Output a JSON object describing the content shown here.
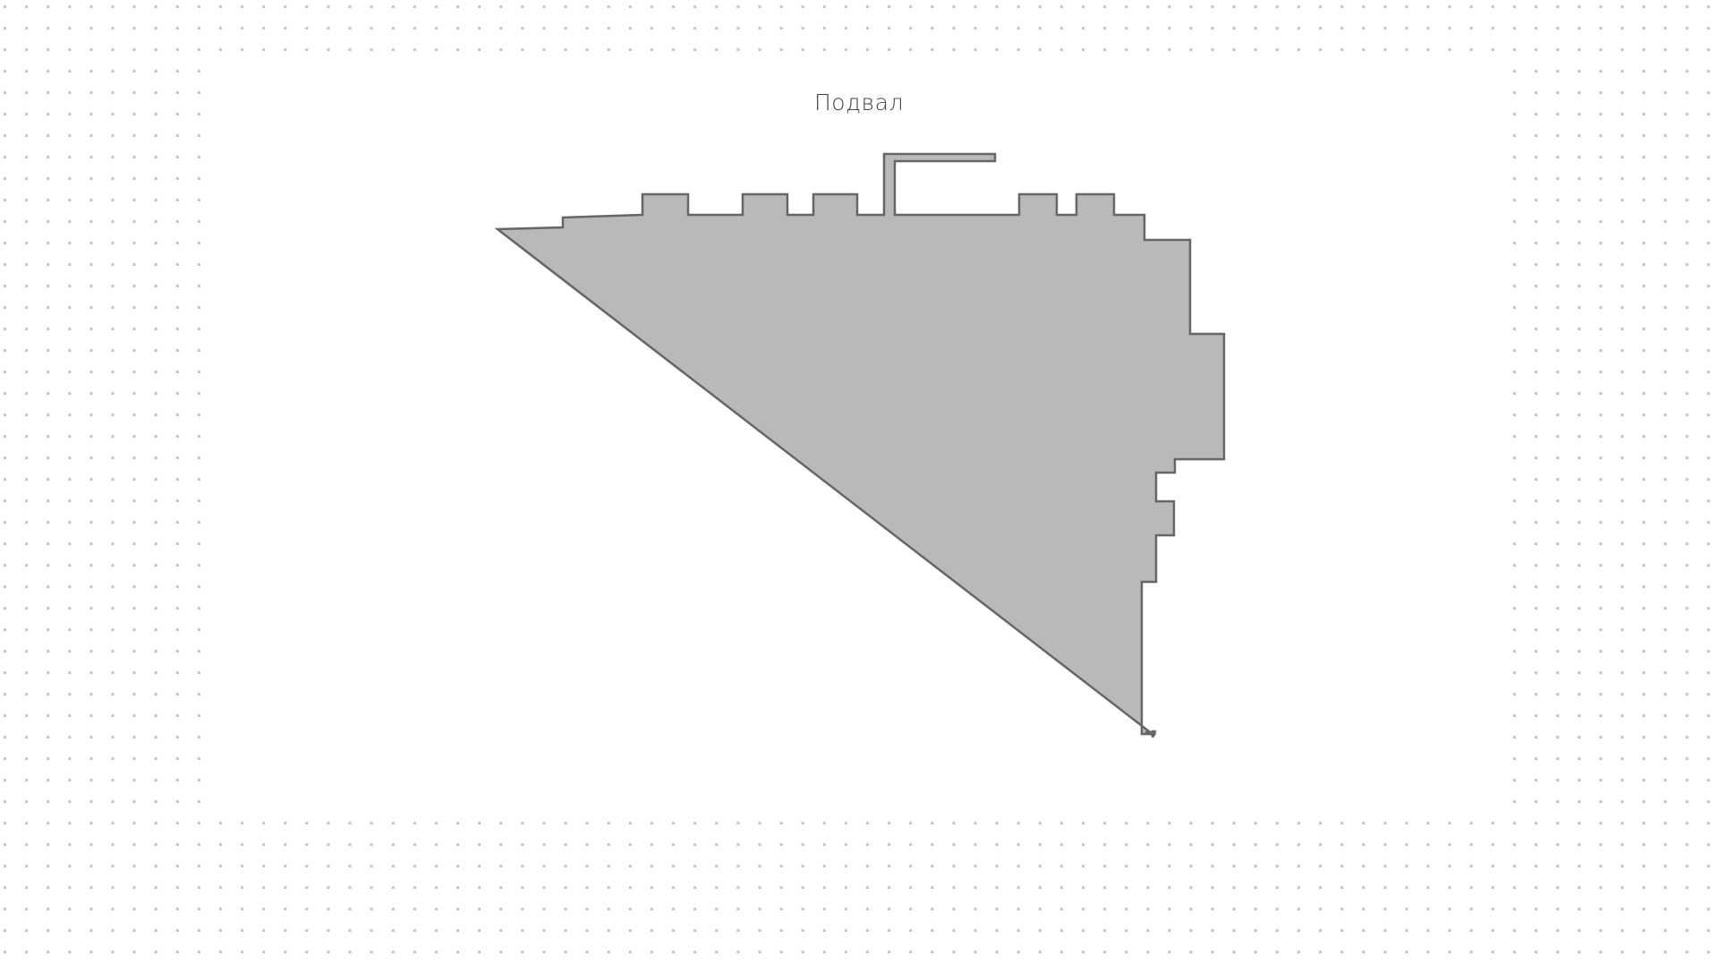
{
  "title": "Подвал",
  "colors": {
    "wall_fill": "#b9b9b9",
    "wall_stroke": "#666666",
    "dash": "#aaaaaa",
    "dot": "#c4c4c4",
    "background": "#ffffff"
  },
  "plan": {
    "floor": "Подвал",
    "stairs": [
      {
        "id": "entrance-stair-top",
        "arrow": "right"
      },
      {
        "id": "central-stair",
        "arrow": "up"
      },
      {
        "id": "middle-stair",
        "arrow": "left"
      },
      {
        "id": "left-lower-stair",
        "arrow": "down"
      }
    ],
    "doors": [
      "entrance-door",
      "left-small-room-door",
      "right-storage-door"
    ],
    "vaulted_rooms": [
      "left-vault",
      "lower-left-vault",
      "right-vault"
    ]
  }
}
